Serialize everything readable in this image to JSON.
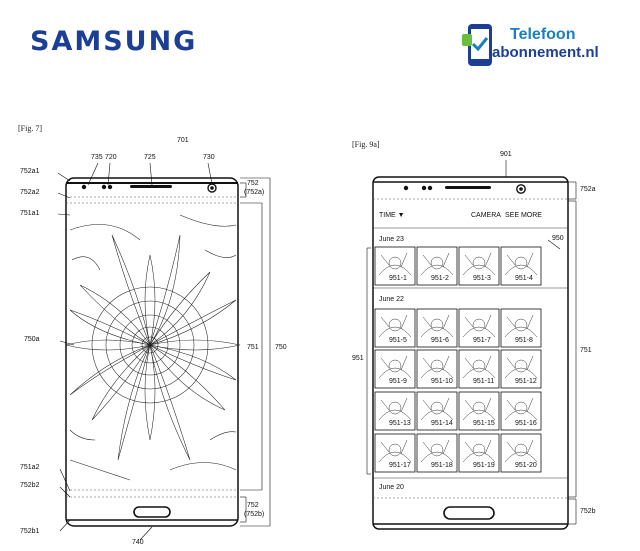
{
  "header": {
    "brand": "SAMSUNG",
    "partner_logo": {
      "line1": "Telefoon",
      "line2": "abonnement.nl",
      "icon": "phone-check-icon"
    }
  },
  "fig7": {
    "label": "[Fig. 7]",
    "refs": {
      "r701": "701",
      "r735": "735",
      "r720": "720",
      "r725": "725",
      "r730": "730",
      "r752": "752",
      "r752a": "(752a)",
      "r752a1": "752a1",
      "r752a2": "752a2",
      "r751a1": "751a1",
      "r750a": "750a",
      "r751": "751",
      "r750": "750",
      "r751a2": "751a2",
      "r752b2": "752b2",
      "r752bot": "752",
      "r752b": "(752b)",
      "r752b1": "752b1",
      "r740": "740"
    }
  },
  "fig9a": {
    "label": "[Fig. 9a]",
    "refs": {
      "r901": "901",
      "r752a": "752a",
      "r950": "950",
      "r951": "951",
      "r751": "751",
      "r752b": "752b"
    },
    "toolbar": {
      "sort": "TIME ▼",
      "camera": "CAMERA",
      "see_more": "SEE MORE"
    },
    "sections": [
      {
        "date": "June 23",
        "items": [
          "951-1",
          "951-2",
          "951-3",
          "951-4"
        ]
      },
      {
        "date": "June 22",
        "items": [
          "951-5",
          "951-6",
          "951-7",
          "951-8",
          "951-9",
          "951-10",
          "951-11",
          "951-12",
          "951-13",
          "951-14",
          "951-15",
          "951-16",
          "951-17",
          "951-18",
          "951-19",
          "951-20"
        ]
      },
      {
        "date": "June 20",
        "items": []
      }
    ]
  }
}
